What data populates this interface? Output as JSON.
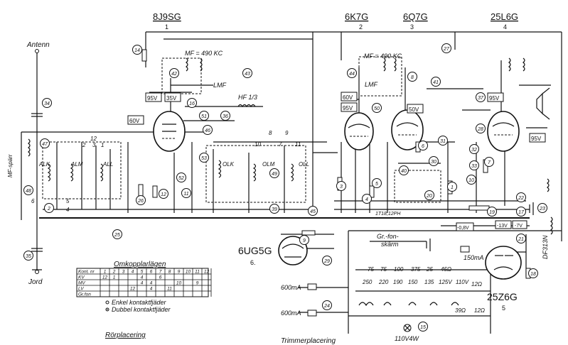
{
  "tubes": [
    {
      "type": "8J9SG",
      "pos": "1"
    },
    {
      "type": "6K7G",
      "pos": "2"
    },
    {
      "type": "6Q7G",
      "pos": "3"
    },
    {
      "type": "25L6G",
      "pos": "4"
    },
    {
      "type": "6UG5G",
      "pos": "6."
    },
    {
      "type": "25Z6G",
      "pos": "5"
    }
  ],
  "labels": {
    "antenna": "Antenn",
    "ground": "Jord",
    "mf_trap": "MF-spärr",
    "mf_freq_1": "MF = 490 KC",
    "mf_freq_2": "MF = 490 KC",
    "lmf_1": "LMF",
    "lmf_2": "LMF",
    "hf": "HF 1/3",
    "alk": "ALK",
    "alm": "ALM",
    "all": "ALL",
    "olk": "OLK",
    "olm": "OLM",
    "oll": "OLL",
    "gr_fonskarm": "Gr.-fon-",
    "gr_fonskarm2": "skärm",
    "pilot_lamp": "110V4W",
    "fuse_1": "600mA",
    "fuse_2": "600mA",
    "fuse_3": "150mA",
    "choke": "DF313N",
    "rorplacering": "Rörplacering",
    "trimmerplacering": "Trimmerplacering",
    "speed": "1T18,12PH"
  },
  "voltages": [
    "60V",
    "95V",
    "35V",
    "60V",
    "95V",
    "50V",
    "95V",
    "95V",
    "-0,8V",
    "-13V",
    "-7V"
  ],
  "components": [
    "14",
    "42",
    "43",
    "16",
    "51",
    "36",
    "46",
    "47",
    "53",
    "11",
    "52",
    "12",
    "26",
    "2",
    "25",
    "34",
    "35",
    "48",
    "44",
    "50",
    "8",
    "41",
    "27",
    "37",
    "28",
    "32",
    "33",
    "7",
    "10",
    "22",
    "17",
    "19",
    "23",
    "21",
    "18",
    "5",
    "4",
    "3",
    "1",
    "6",
    "31",
    "30",
    "40",
    "20",
    "39",
    "45",
    "49",
    "24",
    "15",
    "9",
    "29"
  ],
  "switch_numbers": [
    "12",
    "3",
    "2",
    "1",
    "8",
    "9",
    "10",
    "7",
    "11",
    "6",
    "5",
    "4"
  ],
  "tap_resistances": [
    "75",
    "75",
    "100",
    "375",
    "25",
    "45Ω"
  ],
  "tap_sums": [
    "250",
    "220",
    "190",
    "150",
    "135",
    "125V",
    "110V"
  ],
  "mains": [
    "12Ω",
    "12Ω",
    "39Ω"
  ],
  "table": {
    "title": "Omkopplarlägen",
    "header": [
      "Kont. nr",
      "1",
      "2",
      "3",
      "4",
      "5",
      "6",
      "7",
      "8",
      "9",
      "10",
      "11",
      "12"
    ],
    "rows": [
      {
        "name": "KV",
        "cells": [
          "12",
          "1",
          "",
          "",
          "4",
          "",
          "6",
          "",
          "",
          "",
          "",
          ""
        ]
      },
      {
        "name": "MV",
        "cells": [
          "",
          "",
          "",
          "",
          "4",
          "4",
          "",
          "",
          "10",
          "",
          "9",
          ""
        ]
      },
      {
        "name": "LV",
        "cells": [
          "",
          "",
          "",
          "12",
          "",
          "4",
          "",
          "11",
          "",
          "",
          "",
          ""
        ]
      },
      {
        "name": "Gr.fon",
        "cells": [
          "",
          "",
          "",
          "",
          "",
          "",
          "",
          "",
          "",
          "",
          "",
          ""
        ]
      }
    ],
    "legend_1": "Enkel kontaktfjäder",
    "legend_2": "Dubbel kontaktfjäder"
  }
}
